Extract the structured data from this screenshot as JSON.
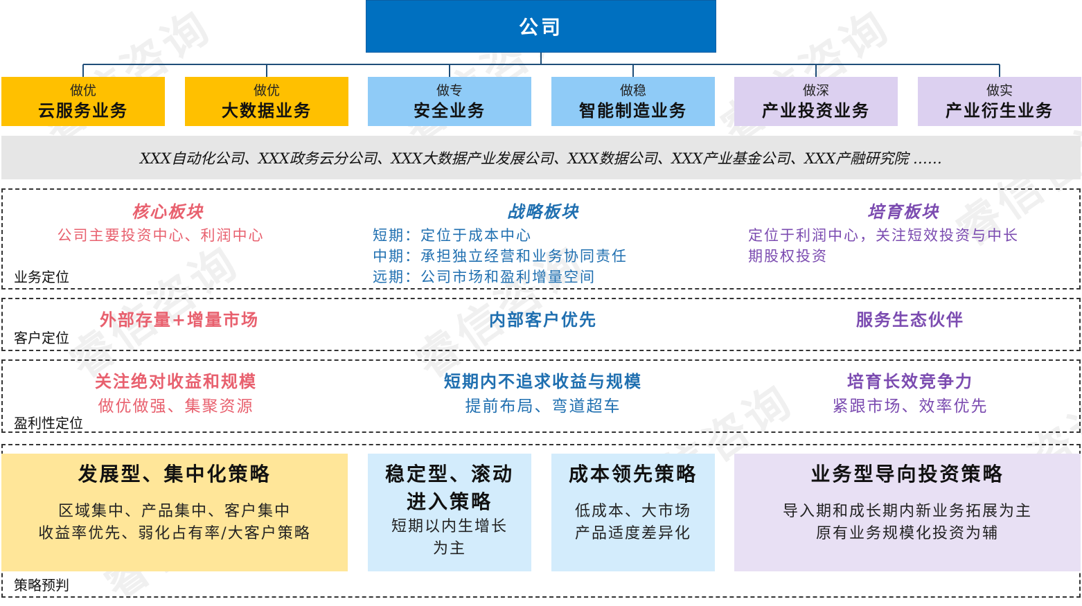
{
  "company": "公司",
  "businesses": [
    {
      "sub": "做优",
      "main": "云服务业务",
      "color": "#FFC000"
    },
    {
      "sub": "做优",
      "main": "大数据业务",
      "color": "#FFC000"
    },
    {
      "sub": "做专",
      "main": "安全业务",
      "color": "#8FCBF7"
    },
    {
      "sub": "做稳",
      "main": "智能制造业务",
      "color": "#8FCBF7"
    },
    {
      "sub": "做深",
      "main": "产业投资业务",
      "color": "#DCD0F0"
    },
    {
      "sub": "做实",
      "main": "产业衍生业务",
      "color": "#DCD0F0"
    }
  ],
  "subsidiaries": "XXX自动化公司、XXX政务云分公司、XXX大数据产业发展公司、XXX数据公司、XXX产业基金公司、XXX产融研究院 ……",
  "positioning": {
    "label": "业务定位",
    "core": {
      "title": "核心板块",
      "text": "公司主要投资中心、利润中心"
    },
    "strategic": {
      "title": "战略板块",
      "lines": [
        "短期：定位于成本中心",
        "中期：承担独立经营和业务协同责任",
        "远期：公司市场和盈利增量空间"
      ]
    },
    "nurture": {
      "title": "培育板块",
      "lines": [
        "定位于利润中心，关注短效投资与中长",
        "期股权投资"
      ]
    }
  },
  "customer": {
    "label": "客户定位",
    "core": "外部存量+增量市场",
    "strategic": "内部客户优先",
    "nurture": "服务生态伙伴"
  },
  "profit": {
    "label": "盈利性定位",
    "core": {
      "title": "关注绝对收益和规模",
      "text": "做优做强、集聚资源"
    },
    "strategic": {
      "title": "短期内不追求收益与规模",
      "text": "提前布局、弯道超车"
    },
    "nurture": {
      "title": "培育长效竞争力",
      "text": "紧跟市场、效率优先"
    }
  },
  "strategy": {
    "label": "策略预判",
    "items": [
      {
        "title": "发展型、集中化策略",
        "lines": [
          "区域集中、产品集中、客户集中",
          "收益率优先、弱化占有率/大客户策略"
        ]
      },
      {
        "title": "稳定型、滚动\n进入策略",
        "lines": [
          "短期以内生增长",
          "为主"
        ]
      },
      {
        "title": "成本领先策略",
        "lines": [
          "低成本、大市场",
          "产品适度差异化"
        ]
      },
      {
        "title": "业务型导向投资策略",
        "lines": [
          "导入期和成长期内新业务拓展为主",
          "原有业务规模化投资为辅"
        ]
      }
    ]
  },
  "watermark": "睿信咨询",
  "colors": {
    "company": "#0070C0",
    "core": "#E8606E",
    "strategic": "#1F6FB0",
    "nurture": "#7B4BB0"
  }
}
